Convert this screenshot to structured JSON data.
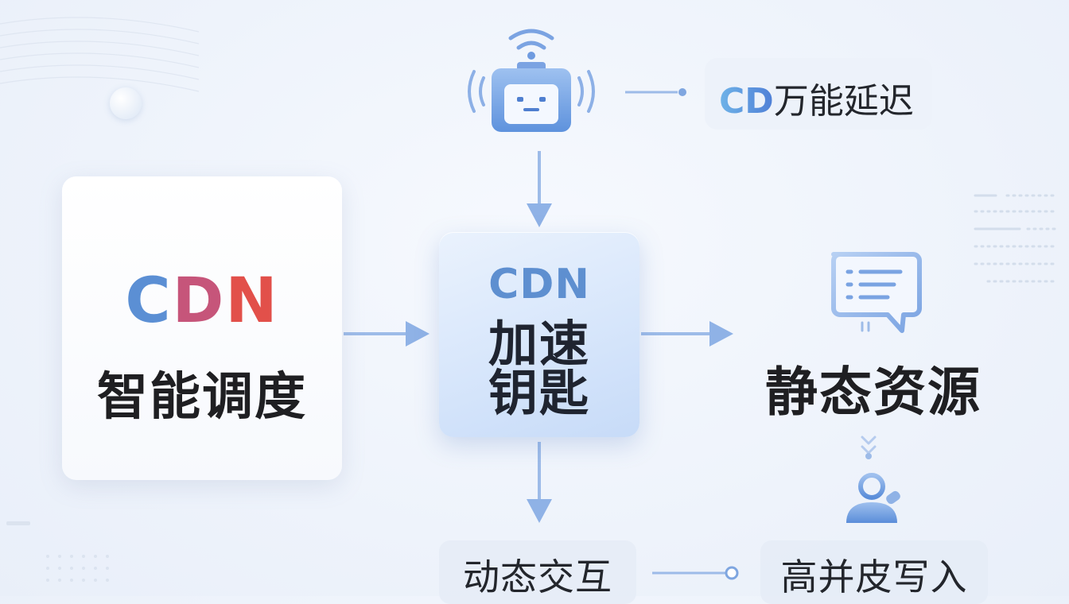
{
  "left_card": {
    "title_letters": [
      "C",
      "D",
      "N"
    ],
    "subtitle": "智能调度"
  },
  "center_card": {
    "title": "CDN",
    "line1": "加速",
    "line2": "钥匙"
  },
  "top_pill": {
    "prefix": "CD",
    "text": "万能延迟"
  },
  "right_label": "静态资源",
  "bottom_left_pill": "动态交互",
  "bottom_right_pill": "高并皮写入",
  "colors": {
    "accent_blue": "#5e8fd0",
    "cdn_red": "#e2504a",
    "arrow": "#8fb2e6"
  },
  "icons": {
    "top": "wifi-camera-robot-icon",
    "right": "chat-document-icon",
    "bottom_right": "user-download-icon"
  }
}
